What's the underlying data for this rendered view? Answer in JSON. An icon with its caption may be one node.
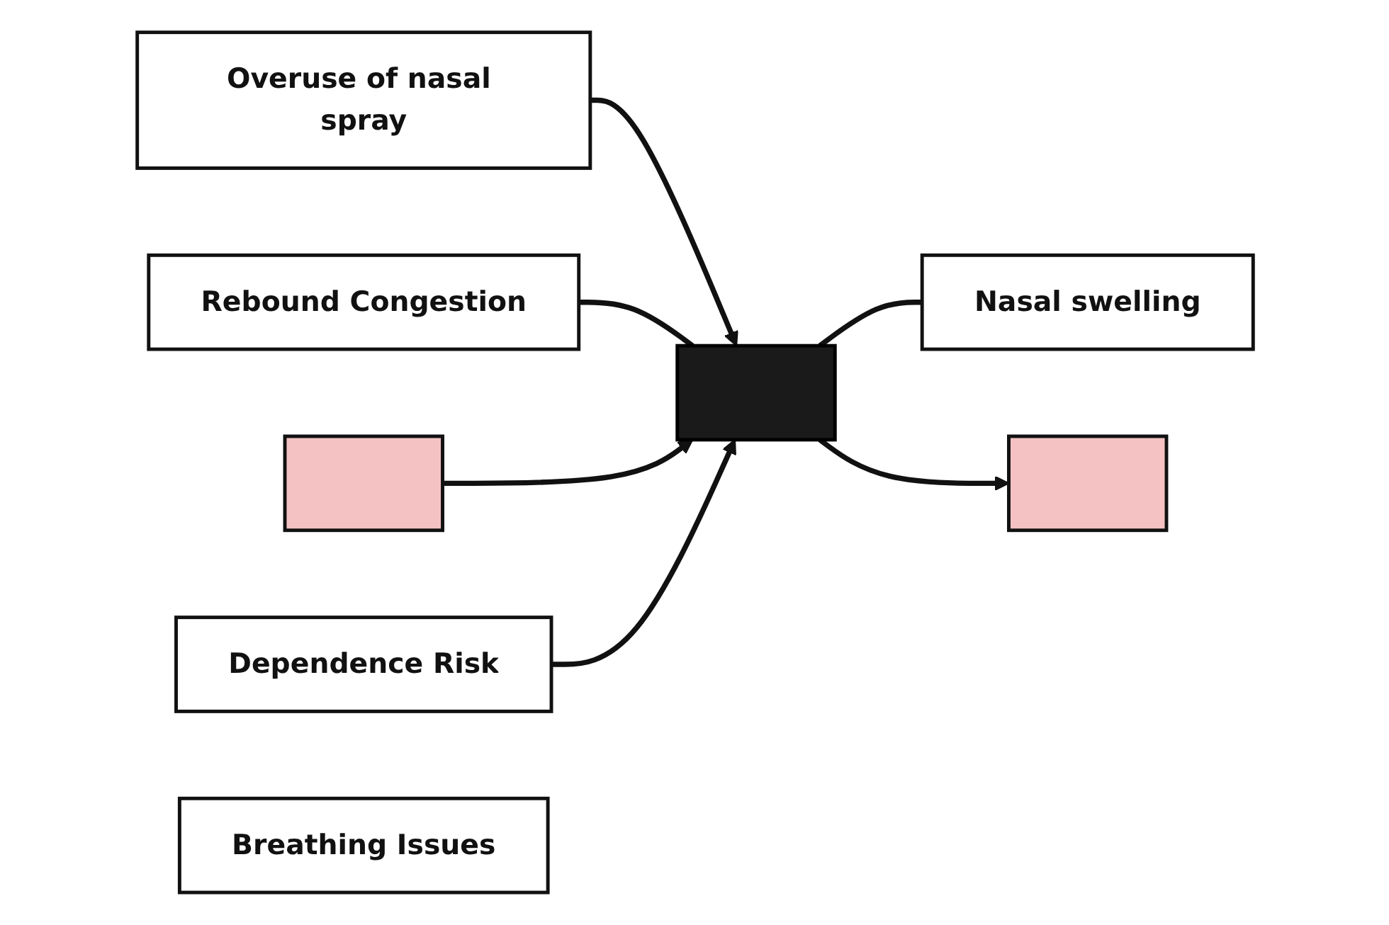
{
  "diagram": {
    "nodes": [
      {
        "text": [
          "Overuse of nasal spray"
        ]
      },
      {
        "text": [
          "Nasal swelling"
        ]
      },
      {
        "text": [],
        "shape": "box"
      },
      {
        "text": [
          "Rebound Congestion"
        ]
      },
      {
        "text": [],
        "shape": "box"
      },
      {
        "text": [],
        "shape": "box"
      },
      {
        "text": [
          "Dependence Risk"
        ]
      },
      {
        "text": [
          "Breathing Issues"
        ]
      }
    ],
    "edges": [
      {
        "from": 0,
        "to": 2,
        "arrow": "to"
      },
      {
        "from": 2,
        "to": 1,
        "arrow": "none"
      },
      {
        "from": 3,
        "to": 2,
        "arrow": "none"
      },
      {
        "from": 2,
        "to": 4,
        "arrow": "to"
      },
      {
        "from": 5,
        "to": 2,
        "arrow": "to"
      },
      {
        "from": 6,
        "to": 2,
        "arrow": "to"
      }
    ]
  }
}
